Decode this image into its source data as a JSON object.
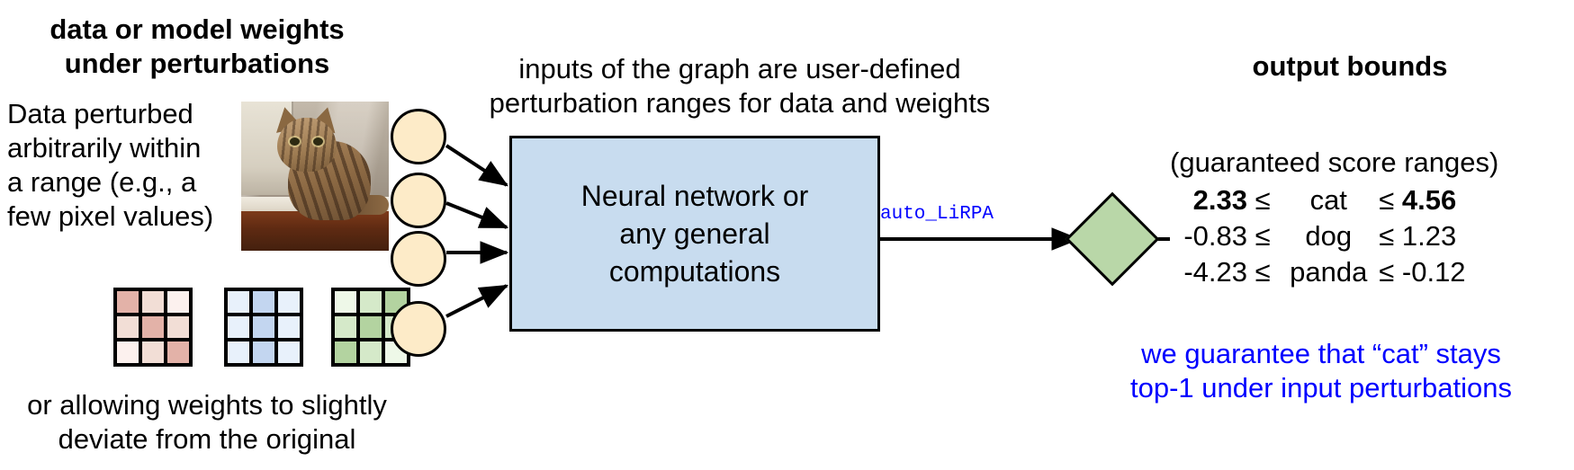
{
  "left_panel": {
    "heading": "data or model weights\nunder perturbations",
    "description": "Data perturbed\narbitrarily within\na range (e.g., a\nfew pixel values)",
    "footer": "or allowing weights to slightly\ndeviate from the original",
    "photo_alt": "cat-photo",
    "weight_grids": [
      {
        "name": "red-weight-grid",
        "colors": [
          [
            "#e3b2a8",
            "#f2ded6",
            "#fcf1ee"
          ],
          [
            "#f2ded6",
            "#e3b2a8",
            "#f2ded6"
          ],
          [
            "#fcf1ee",
            "#f2ded6",
            "#e3b2a8"
          ]
        ]
      },
      {
        "name": "blue-weight-grid",
        "colors": [
          [
            "#e8f1fb",
            "#c3d6f0",
            "#e8f1fb"
          ],
          [
            "#e8f1fb",
            "#c3d6f0",
            "#e8f1fb"
          ],
          [
            "#e8f1fb",
            "#c3d6f0",
            "#e8f1fb"
          ]
        ]
      },
      {
        "name": "green-weight-grid",
        "colors": [
          [
            "#eef8e8",
            "#d5e9c9",
            "#b3d3a0"
          ],
          [
            "#d5e9c9",
            "#b3d3a0",
            "#d5e9c9"
          ],
          [
            "#b3d3a0",
            "#d5e9c9",
            "#eef8e8"
          ]
        ]
      }
    ]
  },
  "middle_panel": {
    "caption": "inputs of the graph are user-defined\nperturbation ranges for data and weights",
    "nodes": [
      "input-node-1",
      "input-node-2",
      "input-node-3",
      "input-node-4"
    ],
    "box_label": "Neural network or\nany general\ncomputations",
    "edge_label": "auto_LiRPA"
  },
  "right_panel": {
    "heading": "output bounds",
    "subheading": "(guaranteed score ranges)",
    "bounds": [
      {
        "lower": "2.33",
        "op1": "≤",
        "label": "cat",
        "op2": "≤",
        "upper": "4.56",
        "bold": true
      },
      {
        "lower": "-0.83",
        "op1": "≤",
        "label": "dog",
        "op2": "≤",
        "upper": "1.23",
        "bold": false
      },
      {
        "lower": "-4.23",
        "op1": "≤",
        "label": "panda",
        "op2": "≤",
        "upper": "-0.12",
        "bold": false
      }
    ],
    "guarantee": "we guarantee that “cat” stays\ntop-1 under input perturbations"
  },
  "colors": {
    "network_box": "#c8dcef",
    "node": "#fdebc8",
    "diamond": "#b9d7a8",
    "link_label": "#0000ff",
    "guarantee_text": "#0000ff",
    "stroke": "#000000",
    "background": "#ffffff"
  }
}
